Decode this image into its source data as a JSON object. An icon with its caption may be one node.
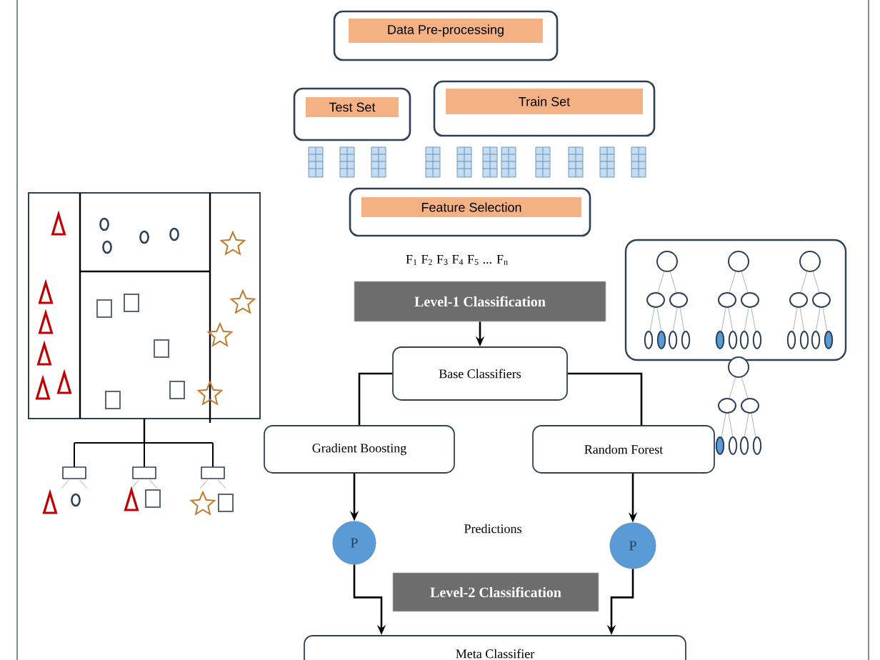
{
  "diagram": {
    "nodes": [
      {
        "text": [
          "Data Pre-processing"
        ]
      },
      {
        "text": [
          "Test Set"
        ]
      },
      {
        "text": [
          "Train Set"
        ]
      },
      {
        "text": [
          "Feature Selection"
        ]
      },
      {
        "text": [
          "Level-1 Classification"
        ]
      },
      {
        "text": [
          "Base Classifiers"
        ]
      },
      {
        "text": [
          "Gradient Boosting"
        ]
      },
      {
        "text": [
          "Random Forest"
        ]
      },
      {
        "text": [
          "P"
        ]
      },
      {
        "text": [
          "P"
        ]
      },
      {
        "text": [
          "Level-2 Classification"
        ]
      },
      {
        "text": [
          "Meta Classifier"
        ]
      }
    ],
    "edges": [
      {
        "from": 4,
        "to": 5,
        "arrow": "to"
      },
      {
        "from": 5,
        "to": 6,
        "arrow": "none"
      },
      {
        "from": 5,
        "to": 7,
        "arrow": "none"
      },
      {
        "from": 6,
        "to": 8,
        "arrow": "to"
      },
      {
        "from": 7,
        "to": 9,
        "arrow": "to"
      },
      {
        "from": 8,
        "to": 11,
        "arrow": "to"
      },
      {
        "from": 9,
        "to": 11,
        "arrow": "to"
      }
    ],
    "labels": [
      "F$_{1}$ F$_{2}$ F$_{3}$ F$_{4}$ F$_{5}$ ... F$_{n}$",
      "Predictions"
    ]
  }
}
